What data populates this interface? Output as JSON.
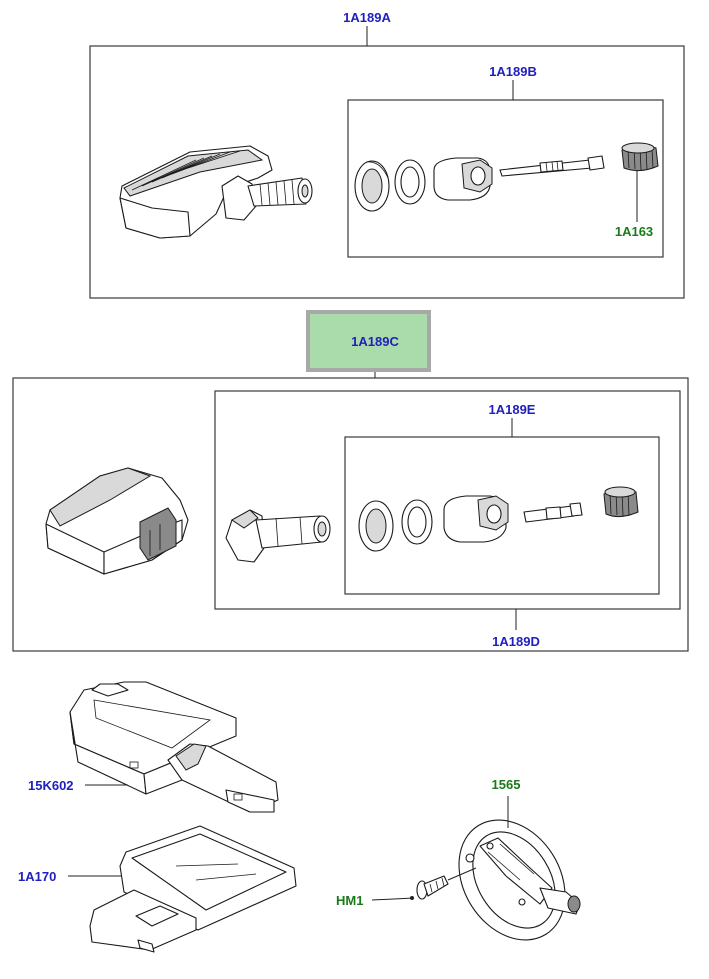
{
  "labels": {
    "assy_a": "1A189A",
    "assy_b": "1A189B",
    "cap_a": "1A163",
    "assy_c": "1A189C",
    "assy_e": "1A189E",
    "assy_d": "1A189D",
    "module": "15K602",
    "bracket": "1A170",
    "mount": "1565",
    "screw": "HM1"
  },
  "colors": {
    "blue_label": "#2020c0",
    "green_label": "#1a7a1a",
    "highlight_fill": "#a9dcaa",
    "highlight_border": "#a8a8a8"
  }
}
